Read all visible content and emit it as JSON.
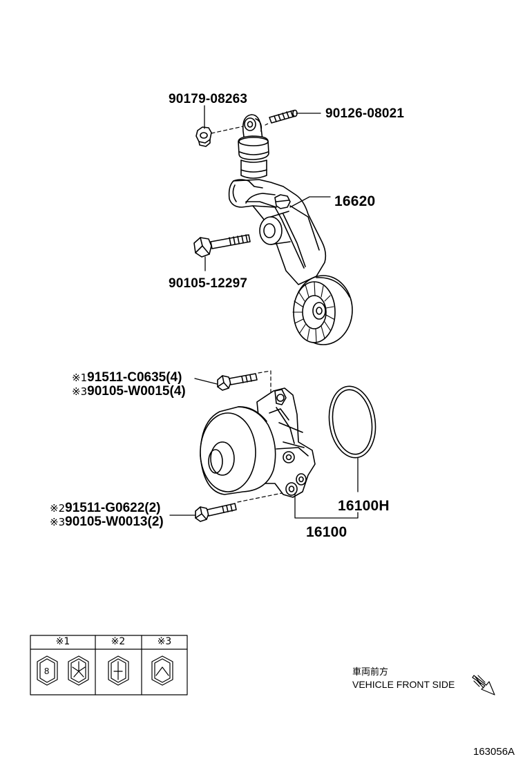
{
  "diagram": {
    "parts": {
      "nut": "90179-08263",
      "stud": "90126-08021",
      "tensioner": "16620",
      "tensioner_bolt": "90105-12297",
      "gasket": "16100H",
      "water_pump": "16100"
    },
    "refs": [
      {
        "mark": "※1",
        "number": "91511-C0635(4)"
      },
      {
        "mark": "※3",
        "number": "90105-W0015(4)"
      },
      {
        "mark": "※2",
        "number": "91511-G0622(2)"
      },
      {
        "mark": "※3",
        "number": "90105-W0013(2)"
      }
    ],
    "legend": {
      "headers": [
        "※1",
        "※2",
        "※3"
      ],
      "bolt_grade": "8"
    },
    "front_note": {
      "jp": "車両前方",
      "en": "VEHICLE FRONT SIDE"
    },
    "code": "163056A"
  }
}
